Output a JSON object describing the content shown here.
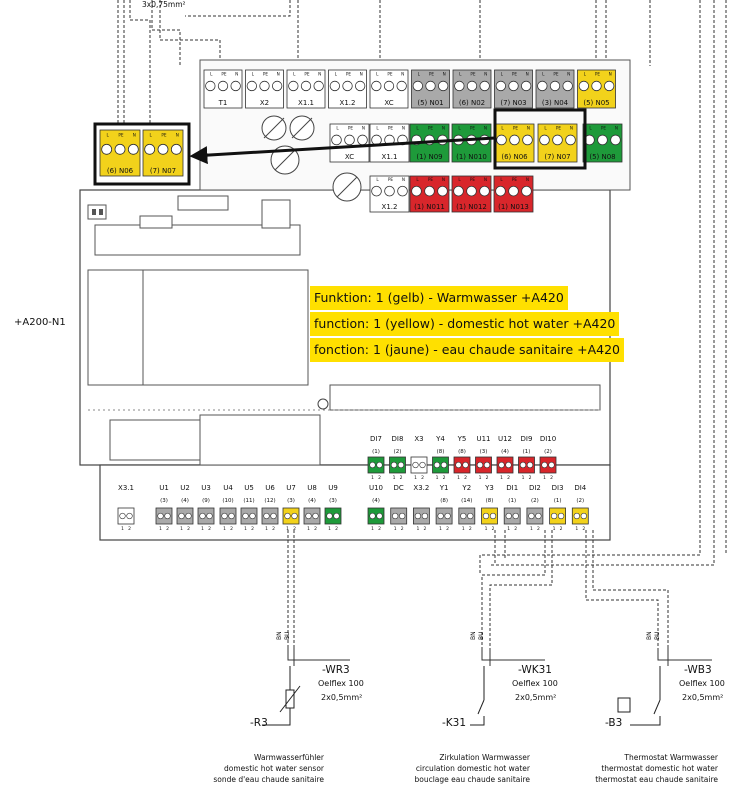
{
  "top_note": "3x0,75mm²",
  "device_label": "+A200-N1",
  "function_notes": [
    "Funktion: 1 (gelb) - Warmwasser +A420",
    "function: 1 (yellow) - domestic hot water +A420",
    "fonction: 1 (jaune) - eau chaude sanitaire +A420"
  ],
  "colors": {
    "yellow": "#f2d21b",
    "green": "#1e9a3a",
    "red": "#d8262b",
    "grey": "#a9a9a9",
    "white": "#ffffff",
    "highlight": "#ffe000"
  },
  "top_terminals": [
    {
      "label": "T1",
      "color": "white"
    },
    {
      "label": "X2",
      "color": "white"
    },
    {
      "label": "X1.1",
      "color": "white"
    },
    {
      "label": "X1.2",
      "color": "white"
    },
    {
      "label": "XC",
      "color": "white"
    },
    {
      "label": "(5) N01",
      "color": "grey"
    },
    {
      "label": "(6) N02",
      "color": "grey"
    },
    {
      "label": "(7) N03",
      "color": "grey"
    },
    {
      "label": "(3) N04",
      "color": "grey"
    },
    {
      "label": "(5) N05",
      "color": "yellow"
    }
  ],
  "mid_terminals": [
    {
      "label": "XC",
      "color": "white"
    },
    {
      "label": "X1.1",
      "color": "white"
    },
    {
      "label": "(1) N09",
      "color": "green"
    },
    {
      "label": "(1) N010",
      "color": "green"
    },
    {
      "label": "(6) N06",
      "color": "yellow"
    },
    {
      "label": "(7) N07",
      "color": "yellow"
    },
    {
      "label": "(5) N08",
      "color": "green"
    }
  ],
  "lower_terminals": [
    {
      "label": "X1.2",
      "color": "white"
    },
    {
      "label": "(1) N011",
      "color": "red"
    },
    {
      "label": "(1) N012",
      "color": "red"
    },
    {
      "label": "(1) N013",
      "color": "red"
    }
  ],
  "zoom_terminals": [
    {
      "label": "(6) N06",
      "color": "yellow"
    },
    {
      "label": "(7) N07",
      "color": "yellow"
    }
  ],
  "io_upper": [
    {
      "name": "DI7",
      "code": "(1)",
      "color": "green"
    },
    {
      "name": "DI8",
      "code": "(2)",
      "color": "green"
    },
    {
      "name": "X3",
      "code": "",
      "color": "white"
    },
    {
      "name": "Y4",
      "code": "(8)",
      "color": "green"
    },
    {
      "name": "Y5",
      "code": "(8)",
      "color": "red"
    },
    {
      "name": "U11",
      "code": "(3)",
      "color": "red"
    },
    {
      "name": "U12",
      "code": "(4)",
      "color": "red"
    },
    {
      "name": "DI9",
      "code": "(1)",
      "color": "red"
    },
    {
      "name": "DI10",
      "code": "(2)",
      "color": "red"
    }
  ],
  "io_lower_right": [
    {
      "name": "U10",
      "code": "(4)",
      "color": "green"
    },
    {
      "name": "DC",
      "code": "",
      "color": "grey"
    },
    {
      "name": "X3.2",
      "code": "",
      "color": "grey"
    },
    {
      "name": "Y1",
      "code": "(8)",
      "color": "grey"
    },
    {
      "name": "Y2",
      "code": "(14)",
      "color": "grey"
    },
    {
      "name": "Y3",
      "code": "(8)",
      "color": "yellow"
    },
    {
      "name": "DI1",
      "code": "(1)",
      "color": "grey"
    },
    {
      "name": "DI2",
      "code": "(2)",
      "color": "grey"
    },
    {
      "name": "DI3",
      "code": "(1)",
      "color": "yellow"
    },
    {
      "name": "DI4",
      "code": "(2)",
      "color": "yellow"
    }
  ],
  "io_lower_left": [
    {
      "name": "X3.1",
      "code": "",
      "color": "white"
    },
    {
      "name": "U1",
      "code": "(3)",
      "color": "grey"
    },
    {
      "name": "U2",
      "code": "(4)",
      "color": "grey"
    },
    {
      "name": "U3",
      "code": "(9)",
      "color": "grey"
    },
    {
      "name": "U4",
      "code": "(10)",
      "color": "grey"
    },
    {
      "name": "U5",
      "code": "(11)",
      "color": "grey"
    },
    {
      "name": "U6",
      "code": "(12)",
      "color": "grey"
    },
    {
      "name": "U7",
      "code": "(3)",
      "color": "yellow"
    },
    {
      "name": "U8",
      "code": "(4)",
      "color": "grey"
    },
    {
      "name": "U9",
      "code": "(3)",
      "color": "green"
    }
  ],
  "pin_labels": {
    "l": "L",
    "pe": "PE",
    "n": "N",
    "one": "1",
    "two": "2",
    "bn": "BN",
    "bu": "BU"
  },
  "sensors": [
    {
      "ref": "-R3",
      "cable_id": "-WR3",
      "cable_type": "Oelflex 100",
      "cable_size": "2x0,5mm²",
      "caption": [
        "Warmwasserfühler",
        "domestic hot water sensor",
        "sonde d'eau chaude sanitaire"
      ]
    },
    {
      "ref": "-K31",
      "cable_id": "-WK31",
      "cable_type": "Oelflex 100",
      "cable_size": "2x0,5mm²",
      "caption": [
        "Zirkulation Warmwasser",
        "circulation domestic hot water",
        "bouclage eau chaude sanitaire"
      ]
    },
    {
      "ref": "-B3",
      "cable_id": "-WB3",
      "cable_type": "Oelflex 100",
      "cable_size": "2x0,5mm²",
      "caption": [
        "Thermostat Warmwasser",
        "thermostat domestic hot water",
        "thermostat eau chaude sanitaire"
      ]
    }
  ]
}
